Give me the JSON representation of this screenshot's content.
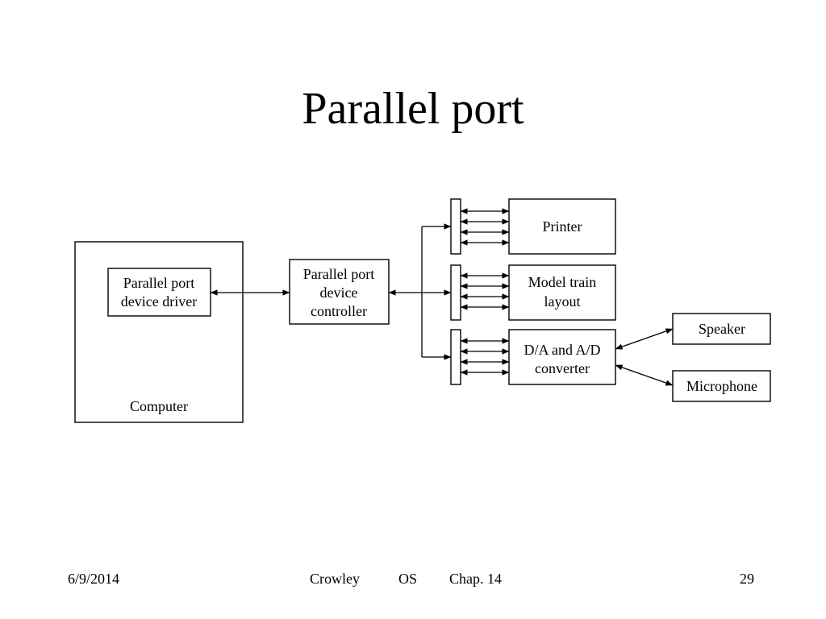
{
  "slide": {
    "title": "Parallel port"
  },
  "diagram": {
    "computer_label": "Computer",
    "driver_label": [
      "Parallel port",
      "device driver"
    ],
    "controller_label": [
      "Parallel port",
      "device",
      "controller"
    ],
    "printer_label": "Printer",
    "model_train_label": [
      "Model train",
      "layout"
    ],
    "converter_label": [
      "D/A and A/D",
      "converter"
    ],
    "speaker_label": "Speaker",
    "microphone_label": "Microphone"
  },
  "footer": {
    "date": "6/9/2014",
    "author": "Crowley",
    "course": "OS",
    "chapter": "Chap. 14",
    "page": "29"
  }
}
